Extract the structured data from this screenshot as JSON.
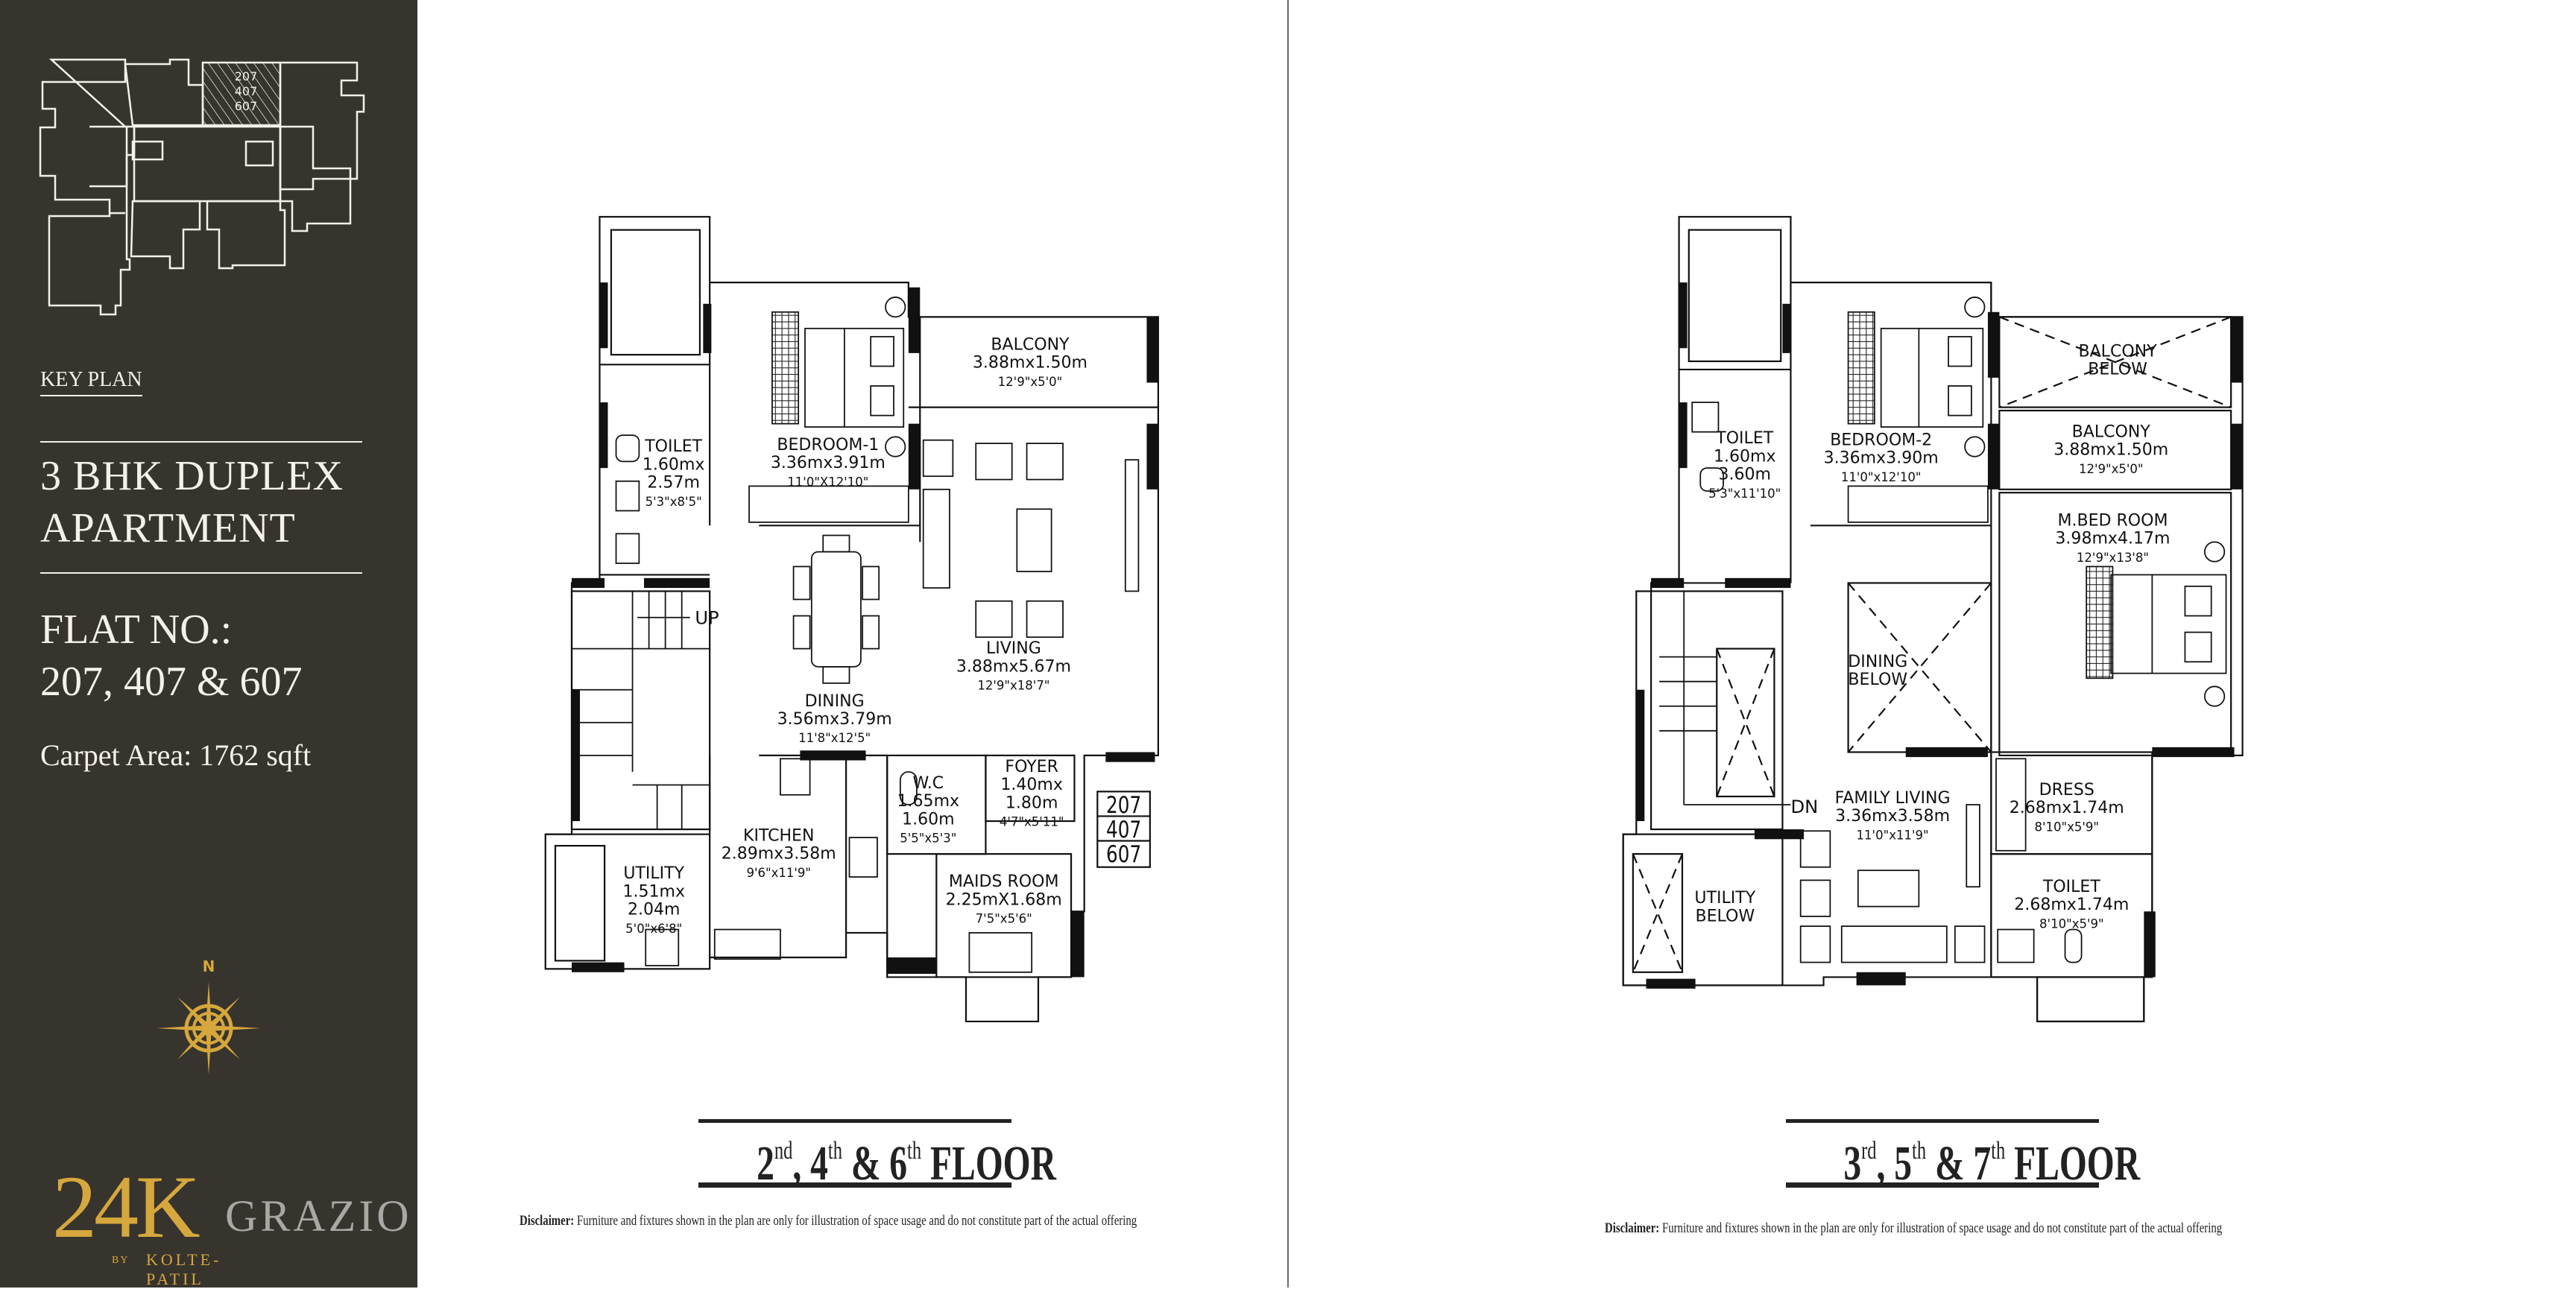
{
  "sidebar": {
    "key_plan": {
      "label": "KEY PLAN",
      "highlight_units": [
        "207",
        "407",
        "607"
      ]
    },
    "apartment_type_line1": "3 BHK DUPLEX",
    "apartment_type_line2": "APARTMENT",
    "flat_no_label": "FLAT NO.:",
    "flat_numbers": "207, 407 & 607",
    "carpet_area": "Carpet Area: 1762 sqft",
    "compass_label": "N",
    "logo": {
      "main": "24K",
      "name": "GRAZIO",
      "by": "BY",
      "developer": "KOLTE-PATIL"
    }
  },
  "colors": {
    "sidebar_bg": "#37342e",
    "gold": "#d6a73c",
    "grazio_grey": "#a9a8a4",
    "walls": "#111111"
  },
  "plans": [
    {
      "floor_title": {
        "parts": [
          {
            "n": "2",
            "sup": "nd"
          },
          {
            "n": ", 4",
            "sup": "th"
          },
          {
            "n": " & 6",
            "sup": "th"
          }
        ],
        "suffix": " FLOOR"
      },
      "flat_box": [
        "207",
        "407",
        "607"
      ],
      "stair_label": "UP",
      "rooms": [
        {
          "id": "toilet",
          "lines": [
            "TOILET",
            "1.60mx",
            "2.57m",
            "5'3\"x8'5\""
          ]
        },
        {
          "id": "bedroom1",
          "lines": [
            "BEDROOM-1",
            "3.36mx3.91m",
            "11'0\"X12'10\""
          ]
        },
        {
          "id": "balcony",
          "lines": [
            "BALCONY",
            "3.88mx1.50m",
            "12'9\"x5'0\""
          ]
        },
        {
          "id": "living",
          "lines": [
            "LIVING",
            "3.88mx5.67m",
            "12'9\"x18'7\""
          ]
        },
        {
          "id": "dining",
          "lines": [
            "DINING",
            "3.56mx3.79m",
            "11'8\"x12'5\""
          ]
        },
        {
          "id": "kitchen",
          "lines": [
            "KITCHEN",
            "2.89mx3.58m",
            "9'6\"x11'9\""
          ]
        },
        {
          "id": "utility",
          "lines": [
            "UTILITY",
            "1.51mx",
            "2.04m",
            "5'0\"x6'8\""
          ]
        },
        {
          "id": "wc",
          "lines": [
            "W.C",
            "1.65mx",
            "1.60m",
            "5'5\"x5'3\""
          ]
        },
        {
          "id": "foyer",
          "lines": [
            "FOYER",
            "1.40mx",
            "1.80m",
            "4'7\"x5'11\""
          ]
        },
        {
          "id": "maids",
          "lines": [
            "MAIDS ROOM",
            "2.25mX1.68m",
            "7'5\"x5'6\""
          ]
        }
      ],
      "disclaimer_label": "Disclaimer:",
      "disclaimer_text": "Furniture and fixtures shown in the plan are only for illustration of space usage and do not constitute part of the actual offering"
    },
    {
      "floor_title": {
        "parts": [
          {
            "n": "3",
            "sup": "rd"
          },
          {
            "n": ", 5",
            "sup": "th"
          },
          {
            "n": " & 7",
            "sup": "th"
          }
        ],
        "suffix": " FLOOR"
      },
      "stair_label": "DN",
      "rooms": [
        {
          "id": "toilet",
          "lines": [
            "TOILET",
            "1.60mx",
            "3.60m",
            "5'3\"x11'10\""
          ]
        },
        {
          "id": "bedroom2",
          "lines": [
            "BEDROOM-2",
            "3.36mx3.90m",
            "11'0\"x12'10\""
          ]
        },
        {
          "id": "balcony_below",
          "lines": [
            "BALCONY",
            "BELOW"
          ]
        },
        {
          "id": "balcony",
          "lines": [
            "BALCONY",
            "3.88mx1.50m",
            "12'9\"x5'0\""
          ]
        },
        {
          "id": "mbed",
          "lines": [
            "M.BED ROOM",
            "3.98mx4.17m",
            "12'9\"x13'8\""
          ]
        },
        {
          "id": "dining_below",
          "lines": [
            "DINING",
            "BELOW"
          ]
        },
        {
          "id": "family",
          "lines": [
            "FAMILY LIVING",
            "3.36mx3.58m",
            "11'0\"x11'9\""
          ]
        },
        {
          "id": "dress",
          "lines": [
            "DRESS",
            "2.68mx1.74m",
            "8'10\"x5'9\""
          ]
        },
        {
          "id": "utility_below",
          "lines": [
            "UTILITY",
            "BELOW"
          ]
        },
        {
          "id": "toilet2",
          "lines": [
            "TOILET",
            "2.68mx1.74m",
            "8'10\"x5'9\""
          ]
        }
      ],
      "disclaimer_label": "Disclaimer:",
      "disclaimer_text": "Furniture and fixtures shown in the plan are only for illustration of space usage and do not constitute part of the actual offering"
    }
  ]
}
